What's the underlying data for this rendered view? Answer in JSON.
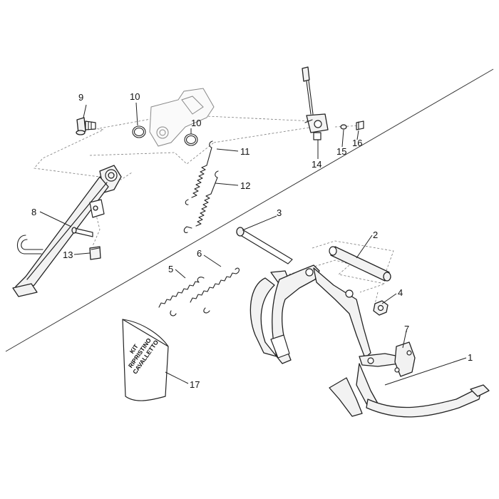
{
  "callouts": {
    "c1": "1",
    "c2": "2",
    "c3": "3",
    "c4": "4",
    "c5": "5",
    "c6": "6",
    "c7": "7",
    "c8": "8",
    "c9": "9",
    "c10a": "10",
    "c10b": "10",
    "c11": "11",
    "c12": "12",
    "c13": "13",
    "c14": "14",
    "c15": "15",
    "c16": "16",
    "c17": "17"
  },
  "kit_label": {
    "line1": "KIT",
    "line2": "RIPRISTINO",
    "line3": "CAVALLETTO"
  }
}
